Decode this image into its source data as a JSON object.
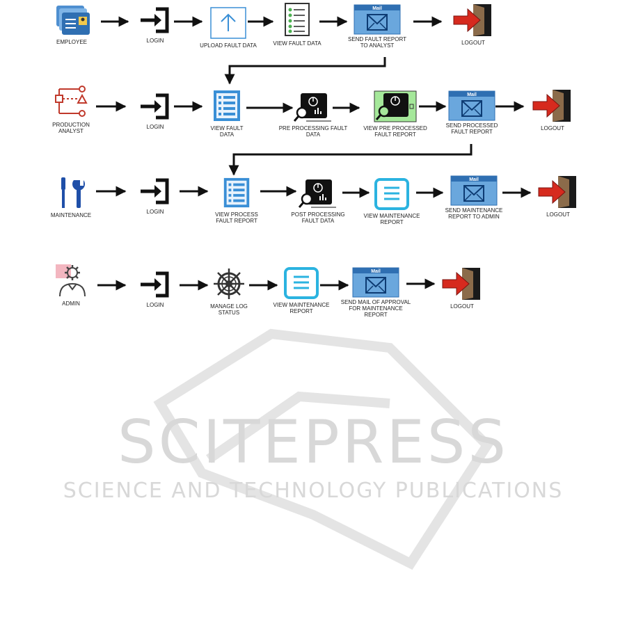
{
  "rows": [
    {
      "id": "employee",
      "nodes": [
        {
          "icon": "employee-folders-icon",
          "label": "EMPLOYEE"
        },
        {
          "icon": "login-icon",
          "label": "LOGIN"
        },
        {
          "icon": "upload-icon",
          "label": "UPLOAD FAULT DATA"
        },
        {
          "icon": "checklist-icon",
          "label": "VIEW FAULT DATA"
        },
        {
          "icon": "mail-icon",
          "label": "SEND FAULT REPORT\nTO ANALYST"
        },
        {
          "icon": "logout-icon",
          "label": "LOGOUT"
        }
      ]
    },
    {
      "id": "production-analyst",
      "nodes": [
        {
          "icon": "flowchart-icon",
          "label": "PRODUCTION\nANALYST"
        },
        {
          "icon": "login-icon",
          "label": "LOGIN"
        },
        {
          "icon": "list-document-icon",
          "label": "VIEW FAULT\nDATA"
        },
        {
          "icon": "report-analysis-icon",
          "label": "PRE PROCESSING FAULT\nDATA"
        },
        {
          "icon": "report-analysis-highlighted-icon",
          "label": "VIEW PRE PROCESSED\nFAULT REPORT"
        },
        {
          "icon": "mail-icon",
          "label": "SEND  PROCESSED\nFAULT REPORT"
        },
        {
          "icon": "logout-icon",
          "label": "LOGOUT"
        }
      ]
    },
    {
      "id": "maintenance",
      "nodes": [
        {
          "icon": "tools-icon",
          "label": "MAINTENANCE"
        },
        {
          "icon": "login-icon",
          "label": "LOGIN"
        },
        {
          "icon": "list-document-icon",
          "label": "VIEW PROCESS\nFAULT REPORT"
        },
        {
          "icon": "report-analysis-icon",
          "label": "POST PROCESSING\nFAULT DATA"
        },
        {
          "icon": "document-icon",
          "label": "VIEW MAINTENANCE\nREPORT"
        },
        {
          "icon": "mail-icon",
          "label": "SEND MAINTENANCE\nREPORT TO ADMIN"
        },
        {
          "icon": "logout-icon",
          "label": "LOGOUT"
        }
      ]
    },
    {
      "id": "admin",
      "nodes": [
        {
          "icon": "admin-gear-user-icon",
          "label": "ADMIN"
        },
        {
          "icon": "login-icon",
          "label": "LOGIN"
        },
        {
          "icon": "ship-wheel-icon",
          "label": "MANAGE LOG\nSTATUS"
        },
        {
          "icon": "document-icon",
          "label": "VIEW MAINTENANCE\nREPORT"
        },
        {
          "icon": "mail-icon",
          "label": "SEND MAIL OF APPROVAL\nFOR MAINTENANCE\nREPORT"
        },
        {
          "icon": "logout-icon",
          "label": "LOGOUT"
        }
      ]
    }
  ],
  "mail_header": "Mail",
  "watermark": {
    "title": "SCITEPRESS",
    "subtitle": "SCIENCE AND TECHNOLOGY PUBLICATIONS"
  },
  "colors": {
    "blue": "#3a8fd6",
    "mail_blue": "#6aa7dd",
    "red": "#c0392b",
    "dark": "#111111"
  }
}
